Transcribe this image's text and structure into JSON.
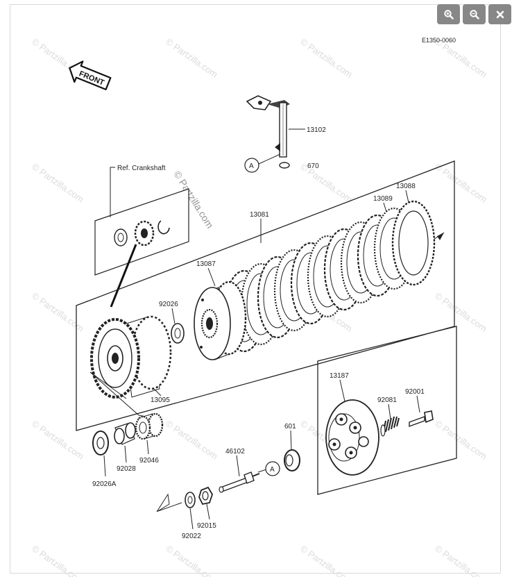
{
  "toolbar": {
    "zoom_in_icon": "zoom-in-icon",
    "zoom_out_icon": "zoom-out-icon",
    "close_icon": "close-icon",
    "button_color": "#878787"
  },
  "diagram": {
    "code": "E1350-0060",
    "front_label": "FRONT",
    "ref_label": "Ref. Crankshaft",
    "callout_a": "A",
    "watermark": "© Partzilla.com",
    "parts": {
      "p13102": "13102",
      "p670": "670",
      "p13088": "13088",
      "p13089": "13089",
      "p13081": "13081",
      "p13087": "13087",
      "p92026": "92026",
      "p13095": "13095",
      "p13187": "13187",
      "p92001": "92001",
      "p92081": "92081",
      "p601": "601",
      "p46102": "46102",
      "p92028": "92028",
      "p92046": "92046",
      "p92026A": "92026A",
      "p92015": "92015",
      "p92022": "92022"
    }
  }
}
